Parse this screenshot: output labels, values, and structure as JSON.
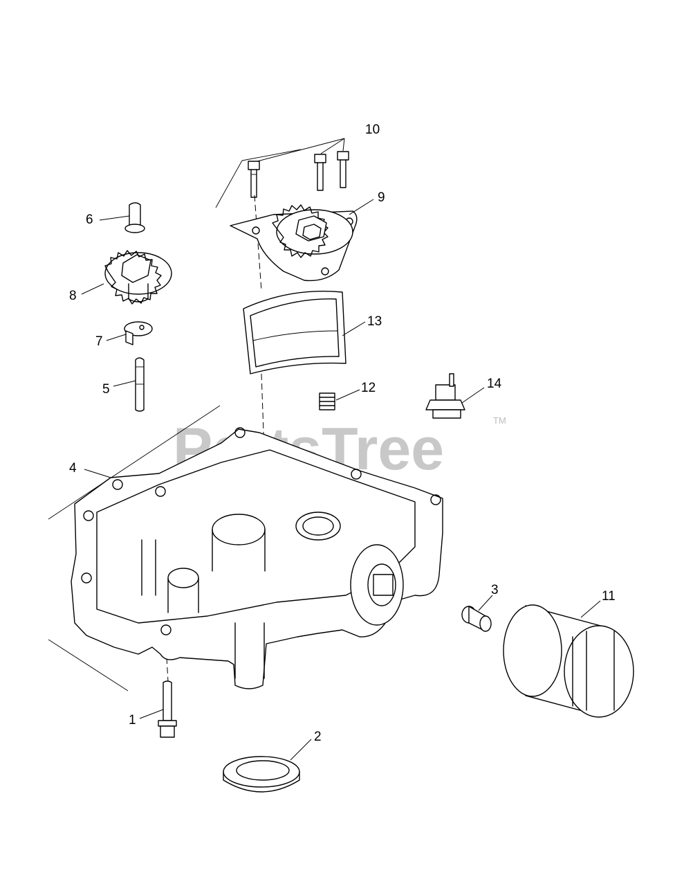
{
  "watermark": {
    "text": "PartsTree",
    "trademark": "TM"
  },
  "callouts": [
    {
      "id": "1",
      "label": "1"
    },
    {
      "id": "2",
      "label": "2"
    },
    {
      "id": "3",
      "label": "3"
    },
    {
      "id": "4",
      "label": "4"
    },
    {
      "id": "5",
      "label": "5"
    },
    {
      "id": "6",
      "label": "6"
    },
    {
      "id": "7",
      "label": "7"
    },
    {
      "id": "8",
      "label": "8"
    },
    {
      "id": "9",
      "label": "9"
    },
    {
      "id": "10",
      "label": "10"
    },
    {
      "id": "11",
      "label": "11"
    },
    {
      "id": "12",
      "label": "12"
    },
    {
      "id": "13",
      "label": "13"
    },
    {
      "id": "14",
      "label": "14"
    }
  ]
}
